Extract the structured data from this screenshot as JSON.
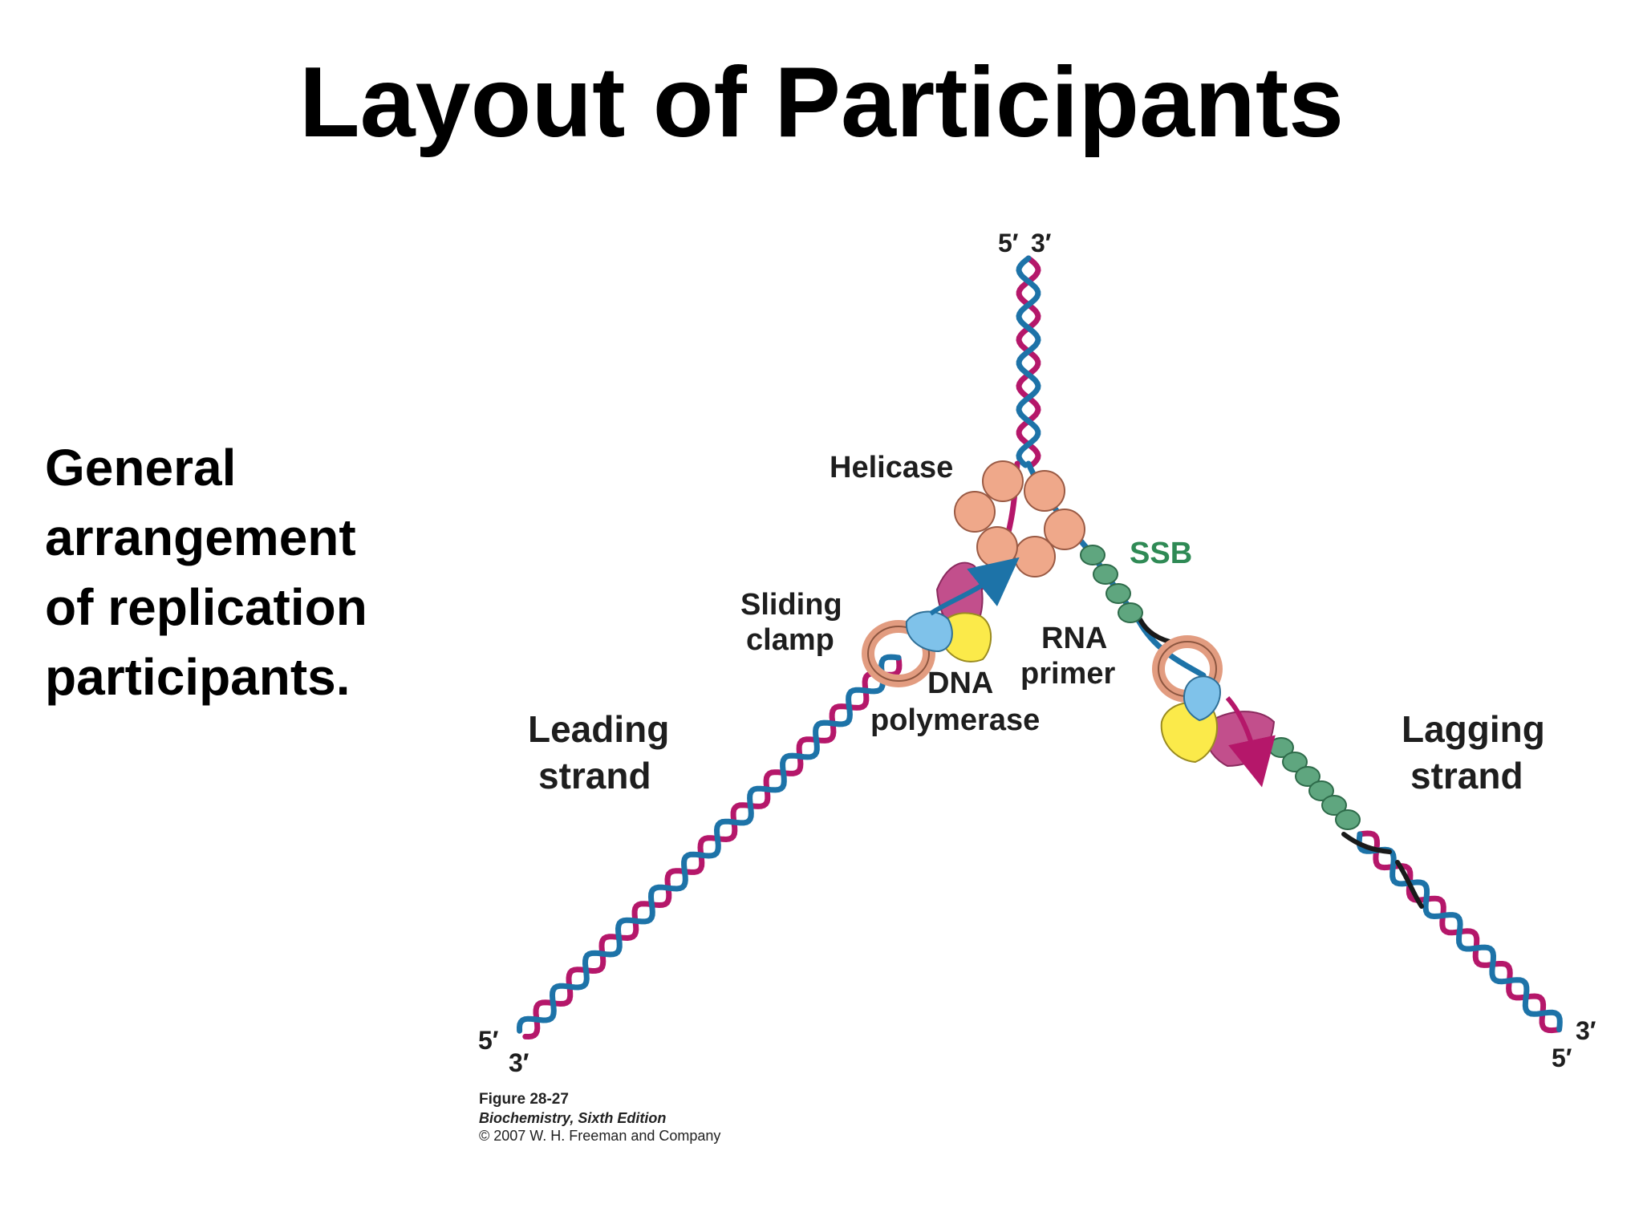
{
  "slide": {
    "title": "Layout of Participants",
    "description_lines": [
      "General",
      "arrangement",
      "of replication",
      "participants."
    ]
  },
  "diagram": {
    "colors": {
      "parental_blue": "#1d73a8",
      "strand_magenta": "#b5176a",
      "rna_primer": "#1a1a1a",
      "helicase": "#efa88a",
      "ssb": "#5fa67f",
      "ssb_label": "#2f8a55",
      "sliding_clamp": "#e29c80",
      "polymerase_yellow": "#fbea4a",
      "polymerase_blue": "#7fc2ea",
      "primase_pink": "#c24f8c"
    },
    "labels": {
      "top_5": "5′",
      "top_3": "3′",
      "helicase": "Helicase",
      "ssb": "SSB",
      "sliding_clamp_1": "Sliding",
      "sliding_clamp_2": "clamp",
      "rna_primer_1": "RNA",
      "rna_primer_2": "primer",
      "dna_polymerase_1": "DNA",
      "dna_polymerase_2": "polymerase",
      "leading_strand_1": "Leading",
      "leading_strand_2": "strand",
      "lagging_strand_1": "Lagging",
      "lagging_strand_2": "strand",
      "leading_end_5": "5′",
      "leading_end_3": "3′",
      "lagging_end_3": "3′",
      "lagging_end_5": "5′"
    }
  },
  "caption": {
    "figure": "Figure 28-27",
    "book": "Biochemistry, Sixth Edition",
    "copyright": "© 2007 W. H. Freeman and Company"
  }
}
